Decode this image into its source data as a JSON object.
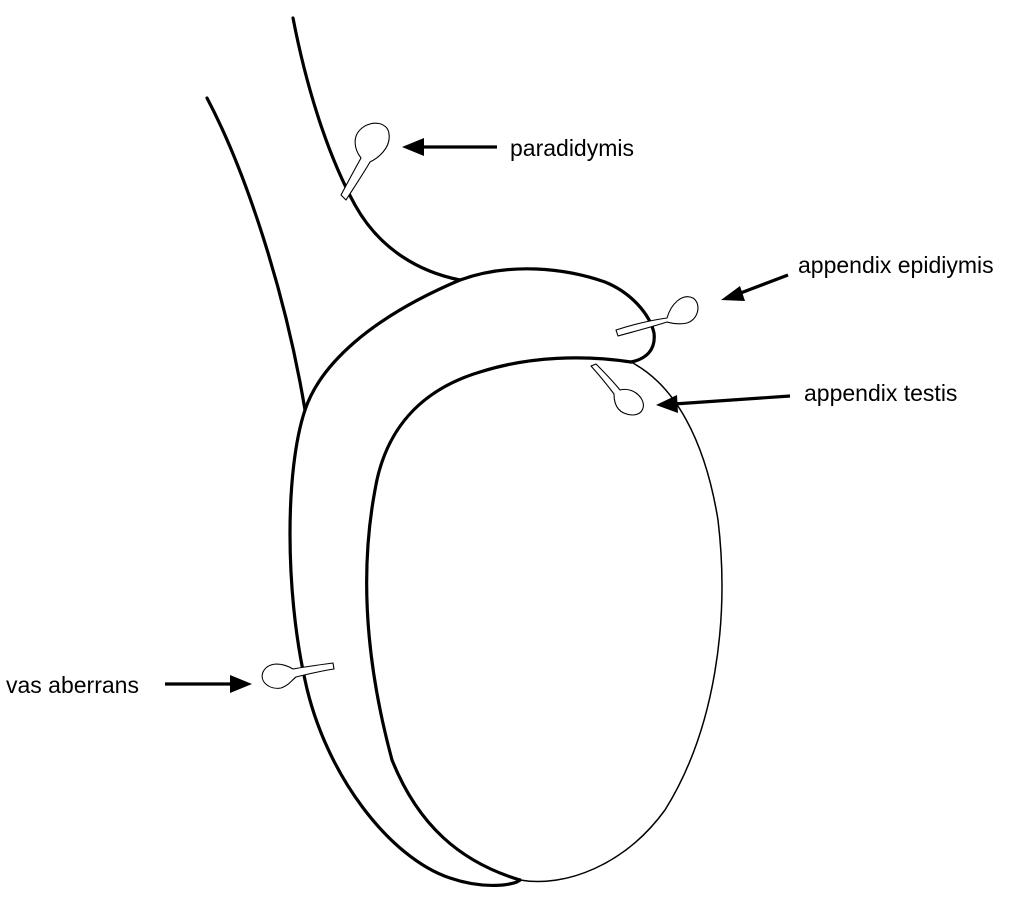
{
  "labels": {
    "paradidymis": "paradidymis",
    "appendix_epididymis": "appendix epidiymis",
    "appendix_testis": "appendix testis",
    "vas_aberrans": "vas aberrans"
  }
}
